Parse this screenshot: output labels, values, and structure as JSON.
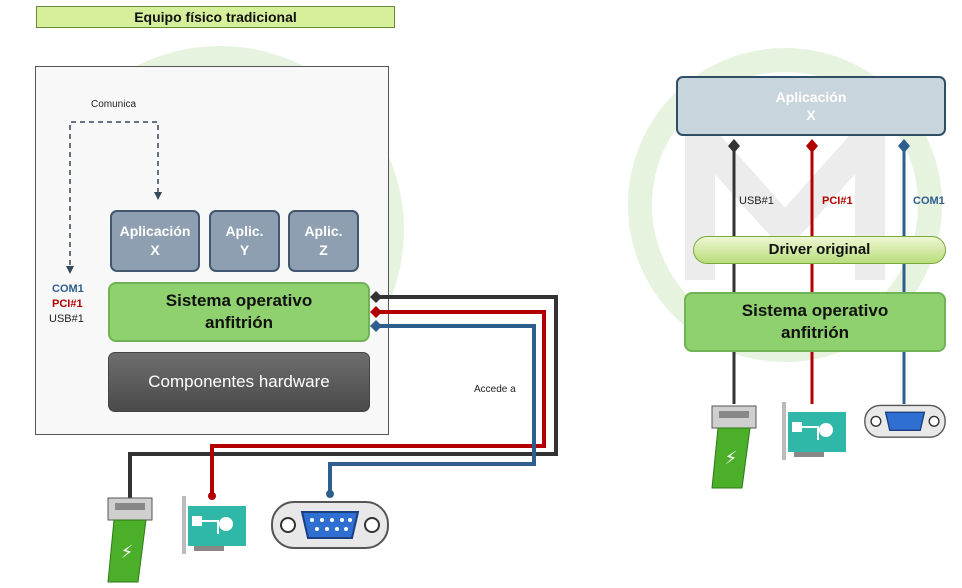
{
  "title": "Equipo físico tradicional",
  "left": {
    "comunica": "Comunica",
    "apps": [
      {
        "label": "Aplicación\nX"
      },
      {
        "label": "Aplic.\nY"
      },
      {
        "label": "Aplic.\nZ"
      }
    ],
    "os_label": "Sistema operativo\nanfitrión",
    "hw_label": "Componentes hardware",
    "port_labels": {
      "com": "COM1",
      "pci": "PCI#1",
      "usb": "USB#1"
    },
    "accede": "Accede a"
  },
  "right": {
    "app_label": "Aplicación\nX",
    "driver_label": "Driver original",
    "os_label": "Sistema operativo\nanfitrión",
    "usb": "USB#1",
    "pci": "PCI#1",
    "com": "COM1"
  },
  "colors": {
    "usb": "#333333",
    "pci": "#b30000",
    "com": "#2e5e8e",
    "watermark": "#dff0d8"
  }
}
